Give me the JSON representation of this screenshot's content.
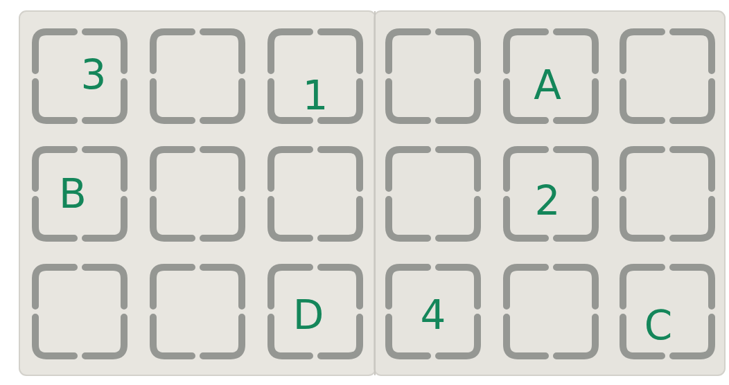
{
  "diagram": {
    "nodes": [
      {
        "text": [
          "3"
        ]
      },
      {
        "text": [
          "1"
        ]
      },
      {
        "text": [
          "A"
        ]
      },
      {
        "text": [
          "B"
        ]
      },
      {
        "text": [
          "2"
        ]
      },
      {
        "text": [
          "D"
        ]
      },
      {
        "text": [
          "4"
        ]
      },
      {
        "text": [
          "C"
        ]
      }
    ]
  }
}
